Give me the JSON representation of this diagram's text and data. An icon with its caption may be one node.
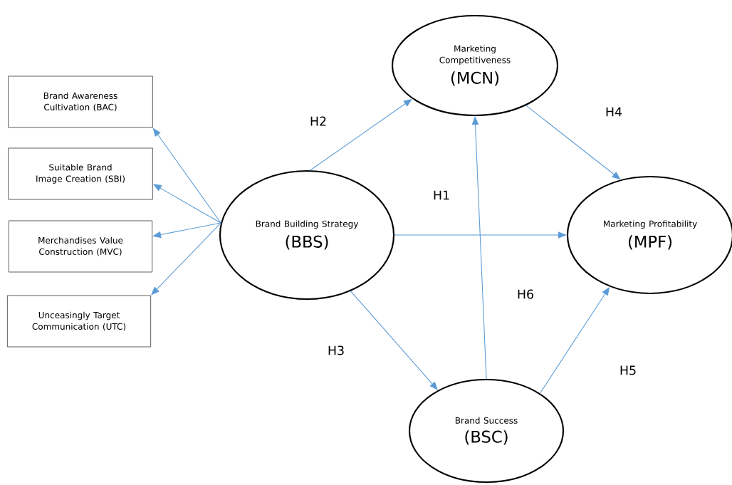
{
  "diagram": {
    "nodes": [
      {
        "text": [
          "Brand Awareness Cultivation (BAC)"
        ]
      },
      {
        "text": [
          "Suitable Brand Image Creation (SBI)"
        ]
      },
      {
        "text": [
          "Merchandises Value Construction (MVC)"
        ]
      },
      {
        "text": [
          "Unceasingly Target Communication (UTC)"
        ]
      },
      {
        "text": [
          "Brand Building Strategy",
          "(BBS)"
        ]
      },
      {
        "text": [
          "Marketing Competitiveness",
          "(MCN)"
        ]
      },
      {
        "text": [
          "Marketing Profitability",
          "(MPF)"
        ]
      },
      {
        "text": [
          "Brand Success",
          "(BSC)"
        ]
      }
    ],
    "edges": [
      {
        "from": 4,
        "to": 0,
        "arrow": "to"
      },
      {
        "from": 4,
        "to": 1,
        "arrow": "to"
      },
      {
        "from": 4,
        "to": 2,
        "arrow": "to"
      },
      {
        "from": 4,
        "to": 3,
        "arrow": "to"
      },
      {
        "from": 4,
        "to": 5,
        "arrow": "to",
        "label": "H2"
      },
      {
        "from": 4,
        "to": 6,
        "arrow": "to",
        "label": "H1"
      },
      {
        "from": 4,
        "to": 7,
        "arrow": "to",
        "label": "H3"
      },
      {
        "from": 5,
        "to": 6,
        "arrow": "to",
        "label": "H4"
      },
      {
        "from": 7,
        "to": 6,
        "arrow": "to",
        "label": "H5"
      },
      {
        "from": 7,
        "to": 5,
        "arrow": "to",
        "label": "H6"
      }
    ]
  }
}
